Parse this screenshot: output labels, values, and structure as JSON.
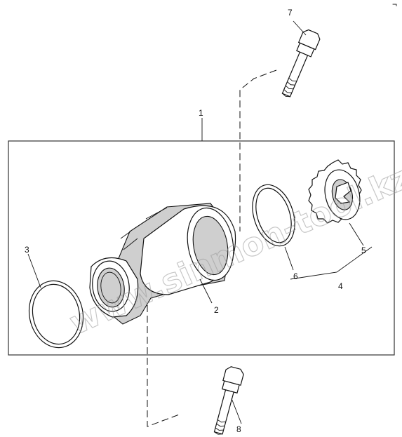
{
  "diagram": {
    "callouts": {
      "c1": "1",
      "c2": "2",
      "c3": "3",
      "c4": "4",
      "c5": "5",
      "c6": "6",
      "c7": "7",
      "c8": "8"
    },
    "watermark": "www.sinmon-tool.kz",
    "corner_mark": "¬"
  }
}
